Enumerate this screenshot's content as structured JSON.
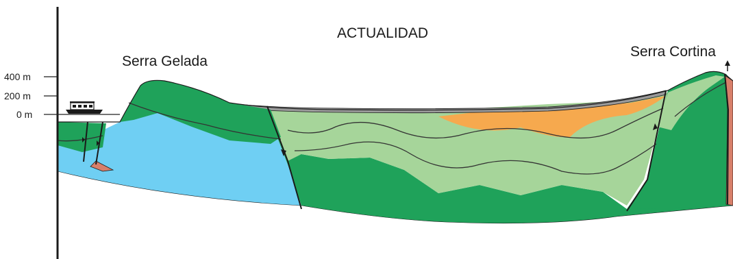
{
  "title": "ACTUALIDAD",
  "places": {
    "left_peak": "Serra Gelada",
    "right_peak": "Serra Cortina"
  },
  "elevation_scale": {
    "tick_400": "400 m",
    "tick_200": "200 m",
    "tick_0": "0 m"
  },
  "colors": {
    "sea_level_line": "#222222",
    "water_blue": "#6fcff3",
    "dark_green": "#1fa25a",
    "light_green": "#a6d59a",
    "orange_fill": "#f6a94e",
    "gray_cover": "#9a9a9a",
    "reddish": "#d87f6a",
    "outline": "#1a1a1a"
  },
  "icons": [
    "boat-icon",
    "fault-arrow-icon"
  ]
}
